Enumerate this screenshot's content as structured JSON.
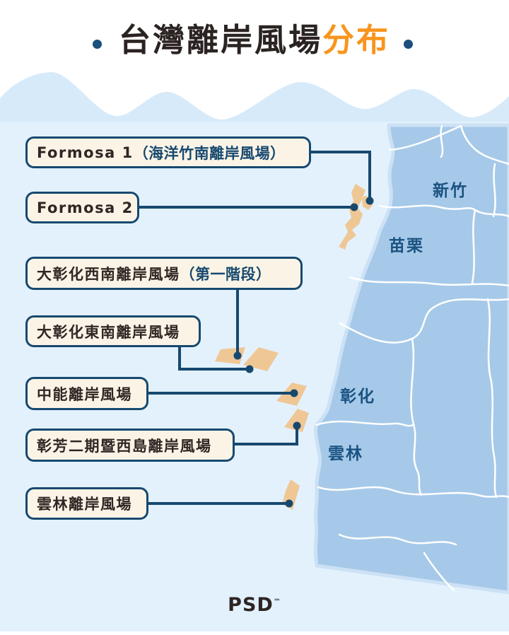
{
  "title": {
    "main": "台灣離岸風場",
    "accent": "分布"
  },
  "callouts": [
    {
      "id": "formosa-1",
      "main": "Formosa 1",
      "sub": "（海洋竹南離岸風場）"
    },
    {
      "id": "formosa-2",
      "main": "Formosa 2",
      "sub": ""
    },
    {
      "id": "greater-changhua-sw",
      "main": "大彰化西南離岸風場",
      "sub": "（第一階段）"
    },
    {
      "id": "greater-changhua-se",
      "main": "大彰化東南離岸風場",
      "sub": ""
    },
    {
      "id": "zhong-neng",
      "main": "中能離岸風場",
      "sub": ""
    },
    {
      "id": "changfang-xidao",
      "main": "彰芳二期暨西島離岸風場",
      "sub": ""
    },
    {
      "id": "yunlin",
      "main": "雲林離岸風場",
      "sub": ""
    }
  ],
  "map": {
    "regions": [
      "新竹",
      "苗栗",
      "彰化",
      "雲林"
    ]
  },
  "logo": {
    "text": "PSD",
    "tm": "™"
  },
  "colors": {
    "accent_orange": "#F8951D",
    "navy": "#17496F",
    "map_land_blue": "#A6C9E9",
    "windfarm_tan": "#EFC795",
    "callout_cream": "#FBF4E6",
    "ocean_blue": "#E3F1FD",
    "wave_band_blue": "#D7EAFA",
    "title_dark": "#2A2321"
  }
}
